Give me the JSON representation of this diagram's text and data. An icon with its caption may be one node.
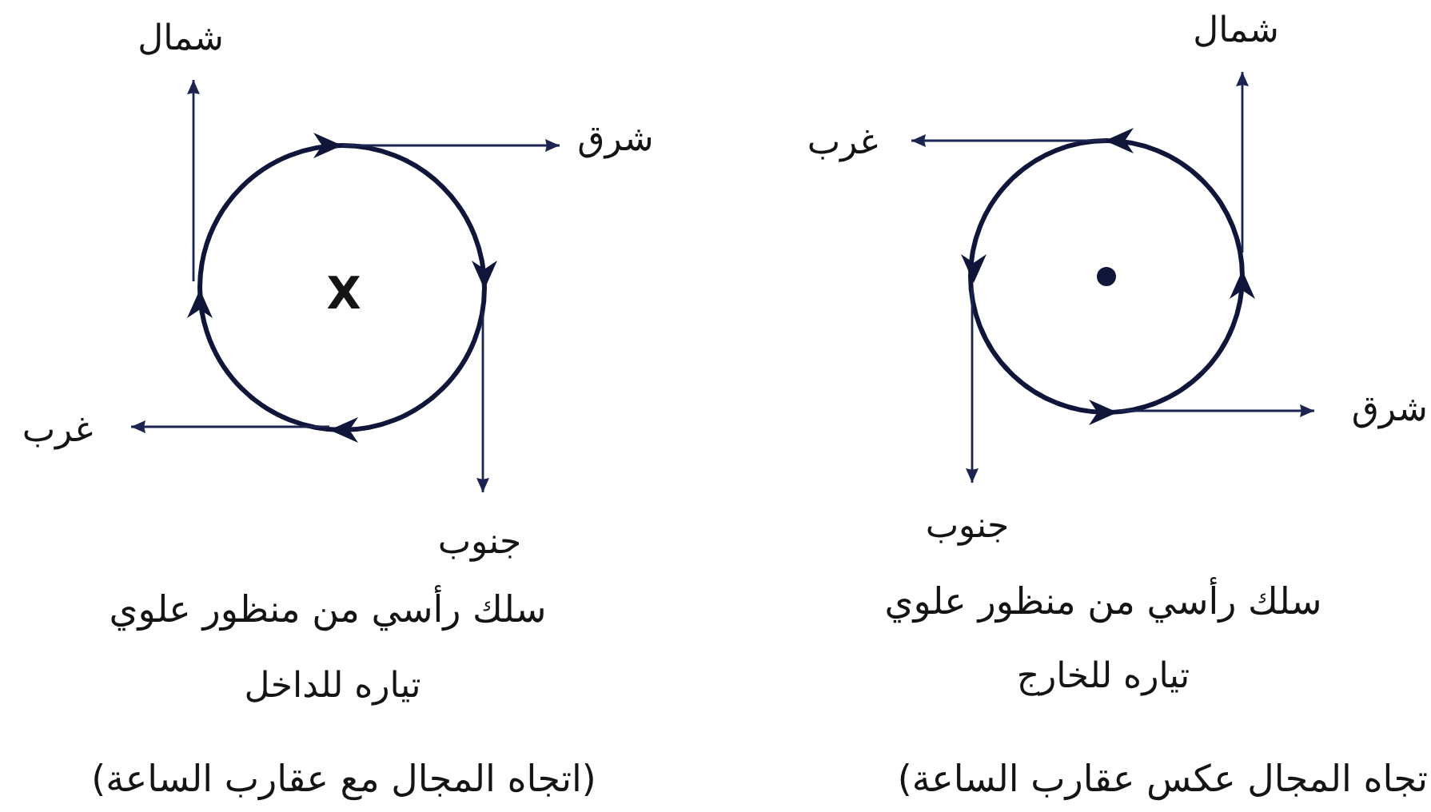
{
  "diagram": {
    "labels": [
      "شمال",
      "شرق",
      "X",
      "غرب",
      "جنوب",
      "سلك رأسي من منظور علوي",
      "تياره للداخل",
      "(اتجاه المجال مع عقارب الساعة)",
      "شمال",
      "غرب",
      "شرق",
      "جنوب",
      "سلك رأسي من منظور علوي",
      "تياره للخارج",
      "تجاه المجال عكس عقارب الساعة)"
    ]
  }
}
